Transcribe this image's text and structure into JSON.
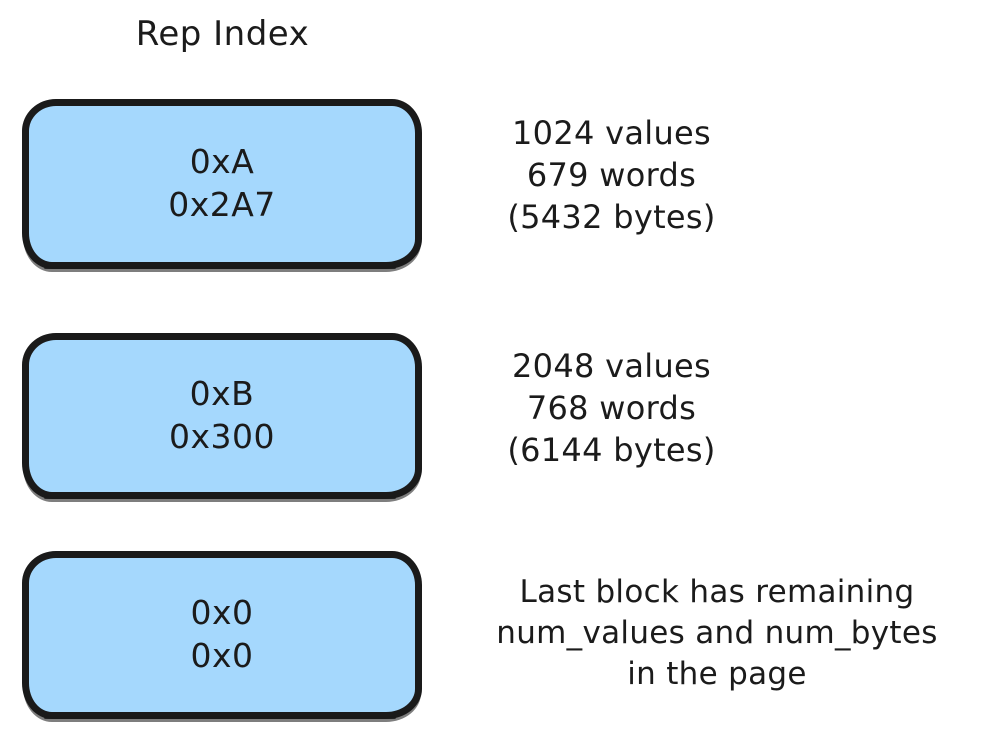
{
  "diagram": {
    "title": "Rep Index",
    "background_color": "#ffffff",
    "block_fill_color": "#a5d8fd",
    "block_stroke_color": "#1a1a1a",
    "text_color": "#1b1b1b",
    "blocks": [
      {
        "id": "block-1",
        "rep": "0xA",
        "offset": "0x2A7",
        "annotation": {
          "values": "1024 values",
          "words": "679 words",
          "bytes": "(5432 bytes)"
        }
      },
      {
        "id": "block-2",
        "rep": "0xB",
        "offset": "0x300",
        "annotation": {
          "values": "2048 values",
          "words": "768 words",
          "bytes": "(6144 bytes)"
        }
      },
      {
        "id": "block-3",
        "rep": "0x0",
        "offset": "0x0",
        "annotation": {
          "line1": "Last block has remaining",
          "line2": "num_values and num_bytes",
          "line3": "in the page"
        }
      }
    ]
  }
}
